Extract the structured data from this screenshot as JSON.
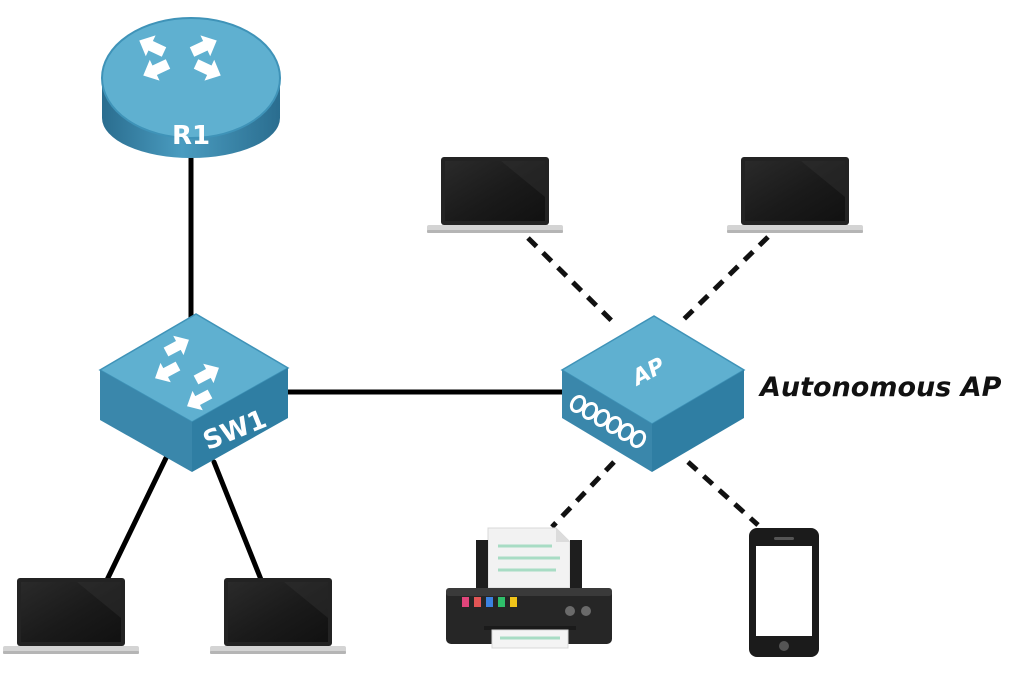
{
  "devices": {
    "router": {
      "label": "R1"
    },
    "switch": {
      "label": "SW1"
    },
    "access_point": {
      "label": "AP"
    }
  },
  "caption": "Autonomous AP",
  "icons": [
    "router-icon",
    "switch-icon",
    "access-point-icon",
    "laptop-icon",
    "printer-icon",
    "smartphone-icon"
  ],
  "colors": {
    "device_top": "#5fb0d0",
    "device_side": "#3a87ab",
    "device_dark": "#2a6d8f",
    "link_wired": "#000000",
    "link_wireless": "#111111",
    "laptop_screen": "#1e1e1e"
  }
}
